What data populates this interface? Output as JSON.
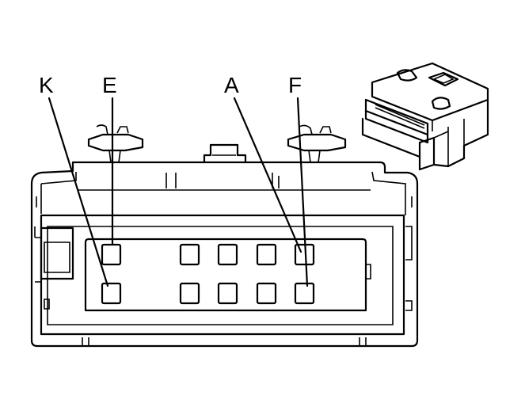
{
  "diagram": {
    "labels": {
      "k": "K",
      "e": "E",
      "a": "A",
      "f": "F"
    }
  }
}
